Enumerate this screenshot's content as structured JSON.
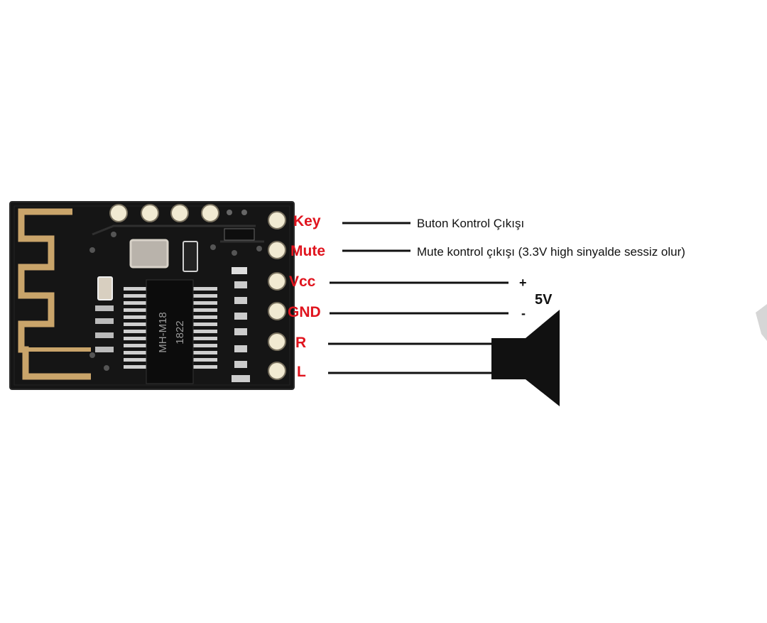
{
  "module": {
    "chip_model": "MH-M18",
    "chip_code": "1822"
  },
  "pins": [
    {
      "label": "Key",
      "description": "Buton Kontrol Çıkışı"
    },
    {
      "label": "Mute",
      "description": "Mute kontrol çıkışı (3.3V high sinyalde sessiz olur)"
    },
    {
      "label": "Vcc",
      "description": ""
    },
    {
      "label": "GND",
      "description": ""
    },
    {
      "label": "R",
      "description": ""
    },
    {
      "label": "L",
      "description": ""
    }
  ],
  "power": {
    "plus": "+",
    "minus": "-",
    "voltage": "5V"
  },
  "speaker": {
    "icon": "speaker-icon"
  },
  "colors": {
    "pin_label": "#e0141e",
    "board": "#141414",
    "antenna": "#c9a46a"
  }
}
